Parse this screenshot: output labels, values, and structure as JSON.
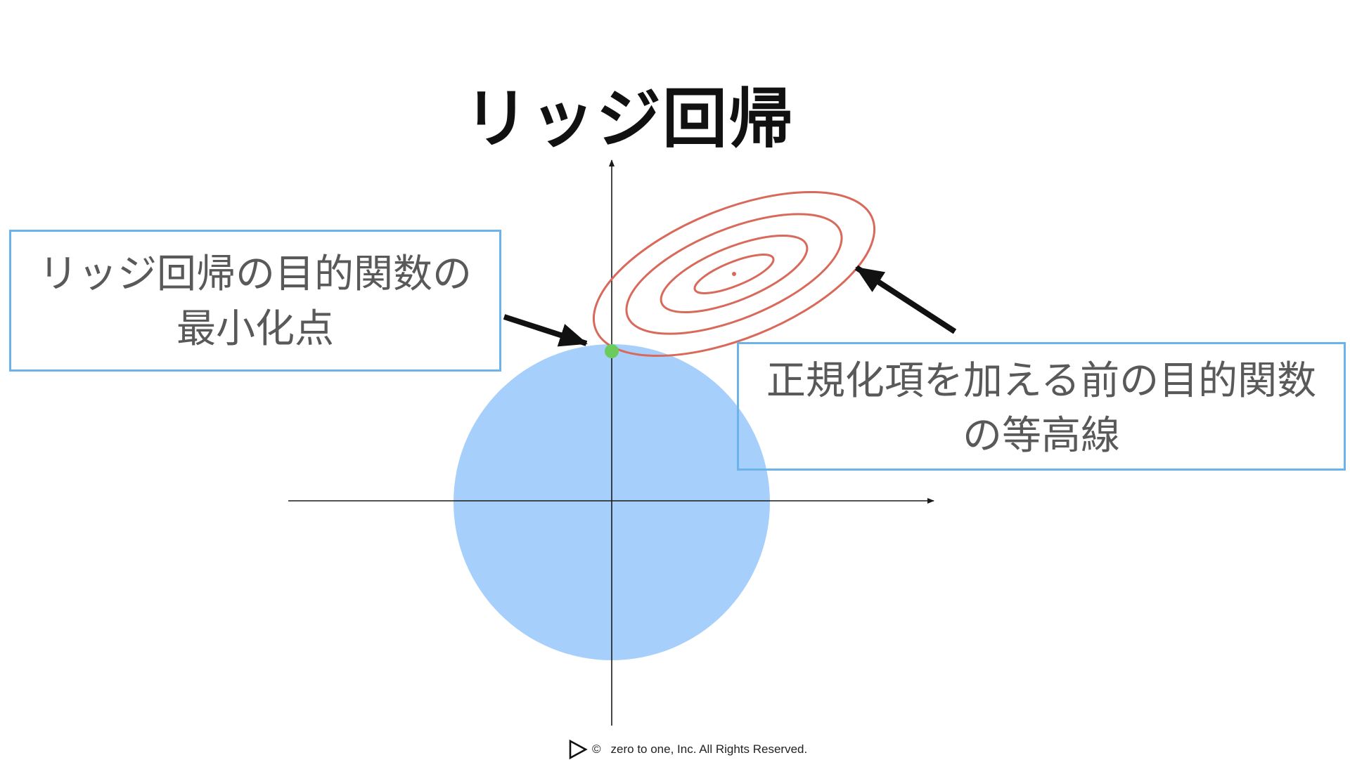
{
  "title": "リッジ回帰",
  "callouts": {
    "left": {
      "line1": "リッジ回帰の目的関数の",
      "line2": "最小化点"
    },
    "right": {
      "line1": "正規化項を加える前の目的関数",
      "line2": "の等高線"
    }
  },
  "footer": {
    "copyright_symbol": "©",
    "text": "zero to one, Inc. All Rights Reserved."
  },
  "colors": {
    "constraint_region": "#a6d0fb",
    "contours": "#d9695a",
    "minimum_point": "#6ccb5f",
    "callout_border": "#6cb3ec",
    "axes": "#1a1a1a"
  },
  "icons": {
    "footer_logo": "play-triangle-icon"
  }
}
